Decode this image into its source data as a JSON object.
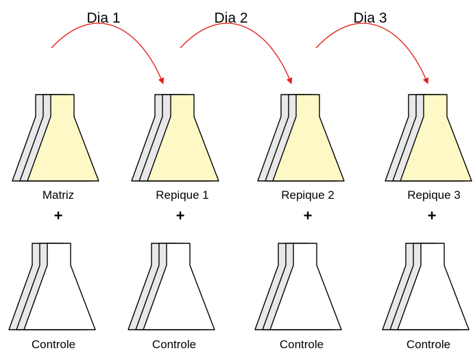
{
  "days": [
    "Dia 1",
    "Dia 2",
    "Dia 3"
  ],
  "top_labels": [
    "Matriz",
    "Repique 1",
    "Repique 2",
    "Repique 3"
  ],
  "plus_sign": "+",
  "bottom_labels": [
    "Controle",
    "Controle",
    "Controle",
    "Controle"
  ],
  "colors": {
    "culture_fill": "#fdf8c6",
    "back_flask_fill": "#e8e8e8",
    "control_fill": "#ffffff",
    "arrow": "#e32119"
  }
}
